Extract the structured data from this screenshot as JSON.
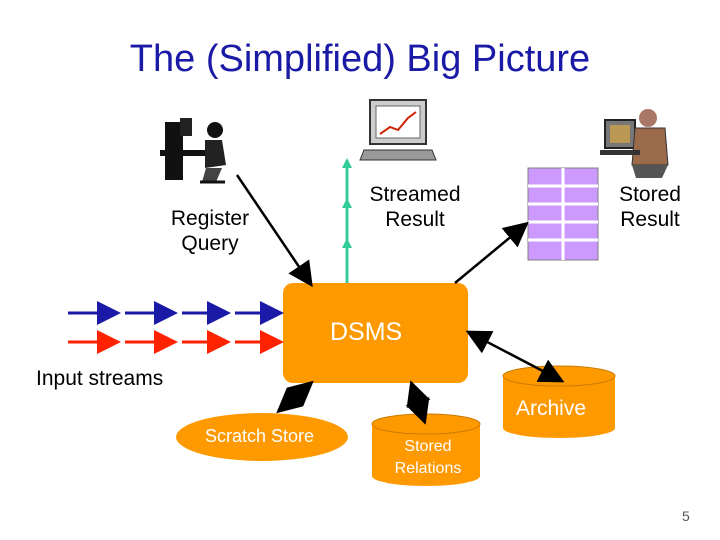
{
  "title": "The (Simplified) Big Picture",
  "labels": {
    "register_query_line1": "Register",
    "register_query_line2": "Query",
    "streamed_result_line1": "Streamed",
    "streamed_result_line2": "Result",
    "stored_result_line1": "Stored",
    "stored_result_line2": "Result",
    "dsms": "DSMS",
    "input_streams": "Input streams",
    "archive": "Archive",
    "scratch_store": "Scratch Store",
    "stored_relations_line1": "Stored",
    "stored_relations_line2": "Relations"
  },
  "page_number": "5",
  "colors": {
    "title": "#1a1aa6",
    "dsms_fill": "#ff9900",
    "db_fill": "#ff9900",
    "table_fill": "#cc99ff",
    "stream_blue": "#1a1aa6",
    "stream_red": "#ff2200",
    "result_arrow": "#33cc99",
    "label_orange": "#ff6a00"
  },
  "icons": [
    "user-at-desk-icon",
    "monitor-chart-icon",
    "user-at-computer-icon"
  ]
}
